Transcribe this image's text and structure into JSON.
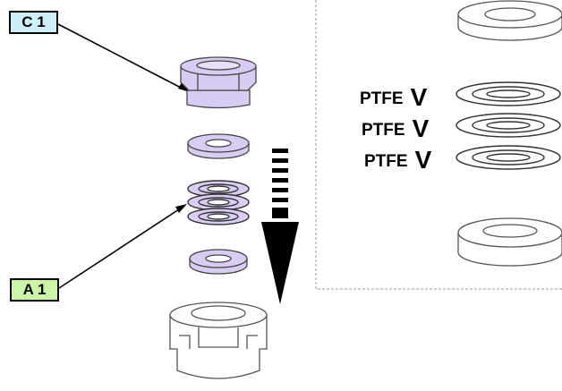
{
  "callouts": {
    "c1": "C 1",
    "a1": "A 1"
  },
  "ptfe_labels": [
    {
      "text": "PTFE",
      "mark": "V"
    },
    {
      "text": "PTFE",
      "mark": "V"
    },
    {
      "text": "PTFE",
      "mark": "V"
    }
  ],
  "colors": {
    "callout_c1_fill": "#cceff8",
    "callout_a1_fill": "#ccf5a8",
    "part_highlight": "#d9ccf2",
    "outline": "#000000",
    "detail_border": "#9a9a9a"
  }
}
